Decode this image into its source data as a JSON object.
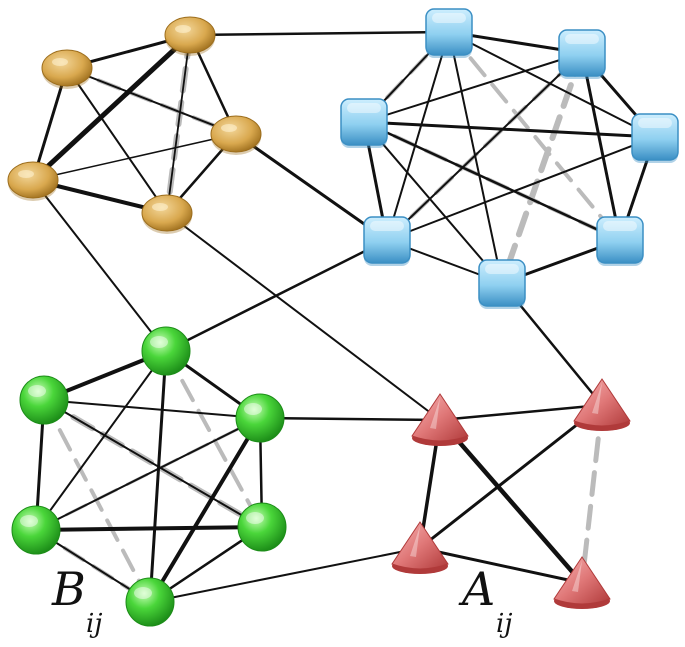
{
  "labels": {
    "b_main": "B",
    "b_sub": "ij",
    "a_main": "A",
    "a_sub": "ij"
  },
  "colors": {
    "solid_edge": "#111111",
    "dashed_edge": "#bbbbbb",
    "gold": "#d9a84e",
    "gold_dark": "#9c6d1c",
    "blue": "#8fd0f0",
    "blue_dark": "#3b8fc4",
    "green": "#4ad63a",
    "green_dark": "#1c8d18",
    "red": "#e07878",
    "red_dark": "#b03a3a"
  },
  "node_groups": [
    {
      "name": "gold",
      "shape": "ellipse",
      "count": 5
    },
    {
      "name": "blue",
      "shape": "rounded-square",
      "count": 7
    },
    {
      "name": "green",
      "shape": "sphere",
      "count": 6
    },
    {
      "name": "red",
      "shape": "cone",
      "count": 4
    }
  ],
  "edge_styles": [
    "solid",
    "dashed"
  ]
}
